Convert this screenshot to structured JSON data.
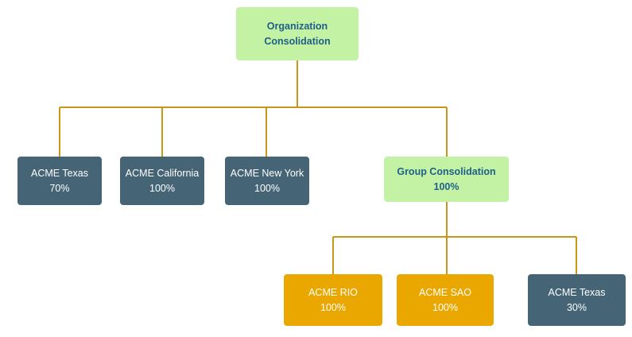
{
  "colors": {
    "connector": "#c9961a",
    "root_fill": "#c3f2a5",
    "root_text": "#1f5f87",
    "entity_fill": "#456576",
    "sub_entity_fill": "#eaa700",
    "entity_text": "#ffffff"
  },
  "root": {
    "line1": "Organization",
    "line2": "Consolidation"
  },
  "level1": [
    {
      "name": "ACME Texas",
      "pct": "70%"
    },
    {
      "name": "ACME California",
      "pct": "100%"
    },
    {
      "name": "ACME New York",
      "pct": "100%"
    }
  ],
  "group": {
    "name": "Group Consolidation",
    "pct": "100%"
  },
  "level2": [
    {
      "name": "ACME RIO",
      "pct": "100%"
    },
    {
      "name": "ACME SAO",
      "pct": "100%"
    },
    {
      "name": "ACME Texas",
      "pct": "30%"
    }
  ]
}
